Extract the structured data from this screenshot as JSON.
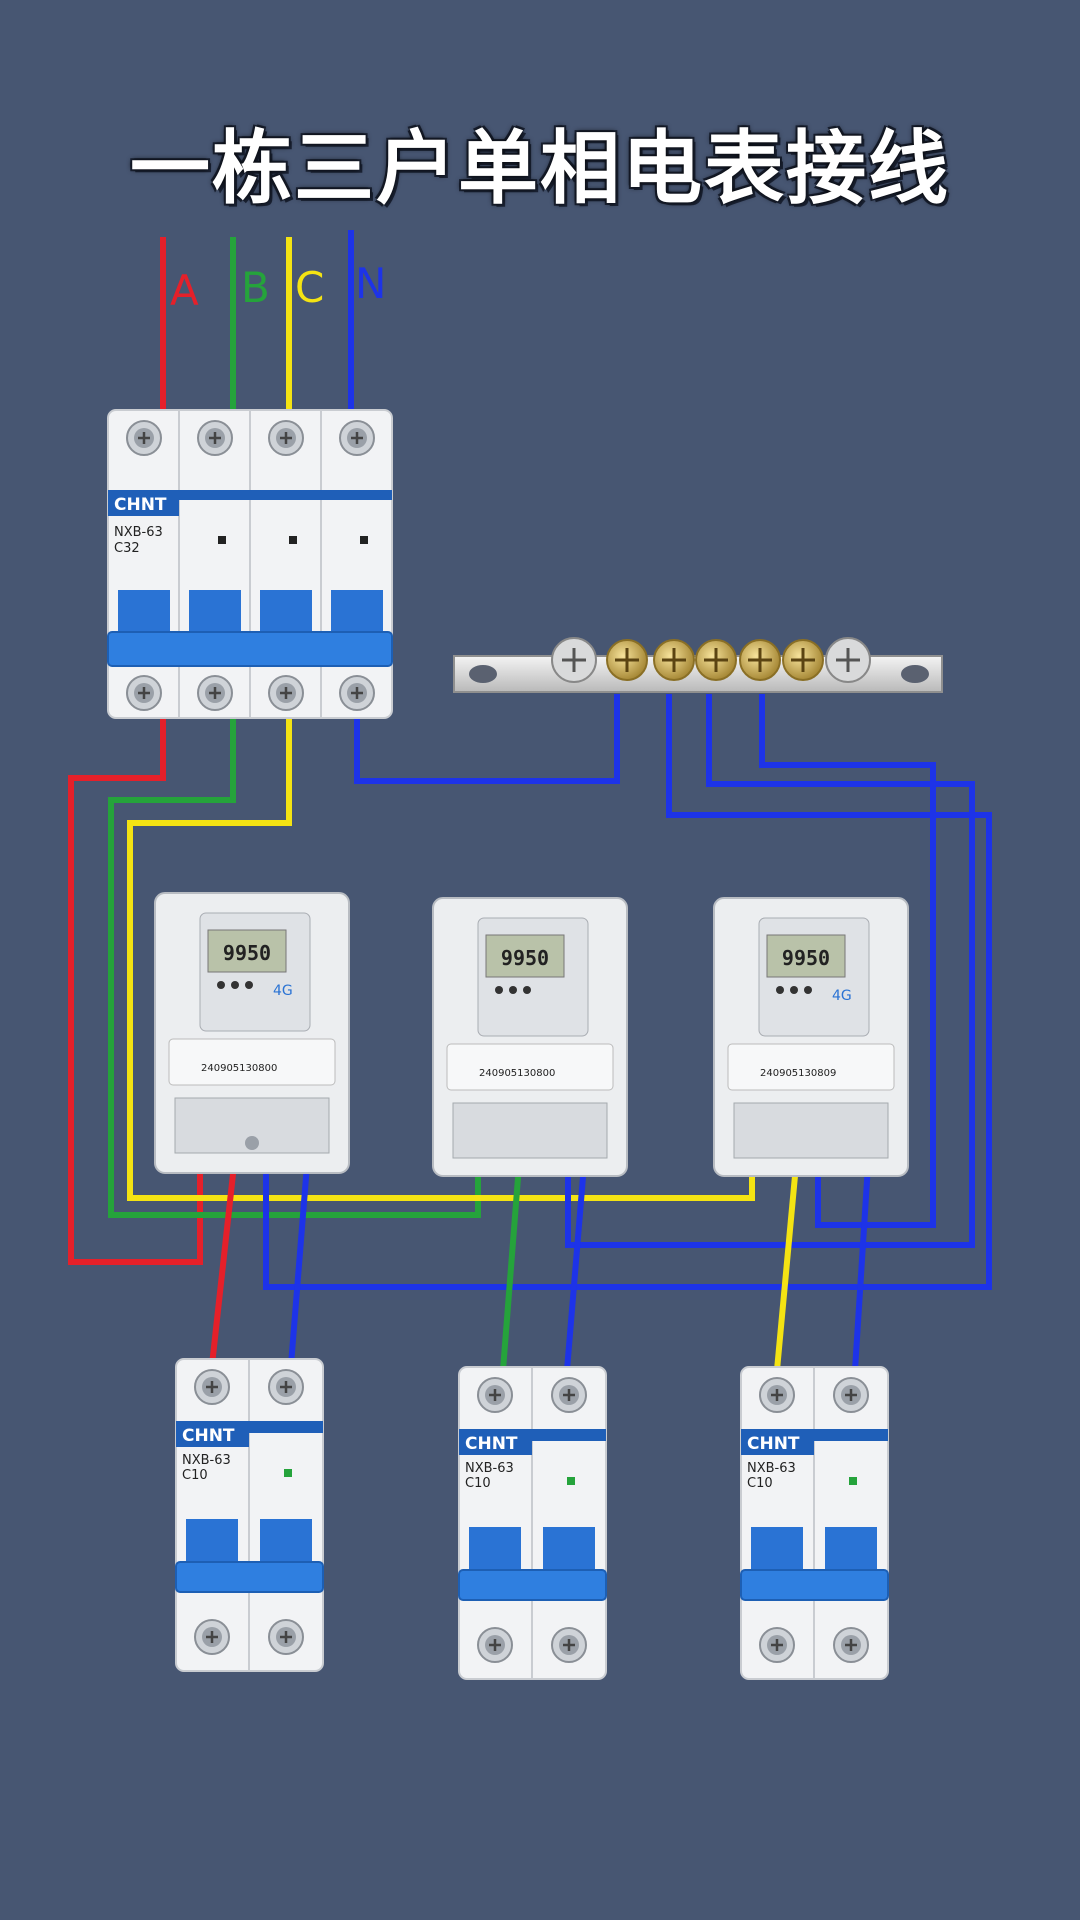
{
  "title": "一栋三户单相电表接线",
  "phase_labels": {
    "a": "A",
    "b": "B",
    "c": "C",
    "n": "N"
  },
  "colors": {
    "background": "#475672",
    "phase_a": "#e5202a",
    "phase_b": "#25a33b",
    "phase_c": "#f4e313",
    "neutral": "#1d33e8",
    "breaker_blue": "#2a73d4",
    "brand_blue": "#1f5fb8"
  },
  "main_breaker": {
    "brand": "CHNT",
    "model": "NXB-63",
    "rating": "C32"
  },
  "meters": [
    {
      "display": "9950",
      "badge": "4G",
      "serial": "240905130800"
    },
    {
      "display": "9950",
      "badge": "",
      "serial": "240905130800"
    },
    {
      "display": "9950",
      "badge": "4G",
      "serial": "240905130809"
    }
  ],
  "branch_breakers": [
    {
      "brand": "CHNT",
      "model": "NXB-63",
      "rating": "C10"
    },
    {
      "brand": "CHNT",
      "model": "NXB-63",
      "rating": "C10"
    },
    {
      "brand": "CHNT",
      "model": "NXB-63",
      "rating": "C10"
    }
  ]
}
